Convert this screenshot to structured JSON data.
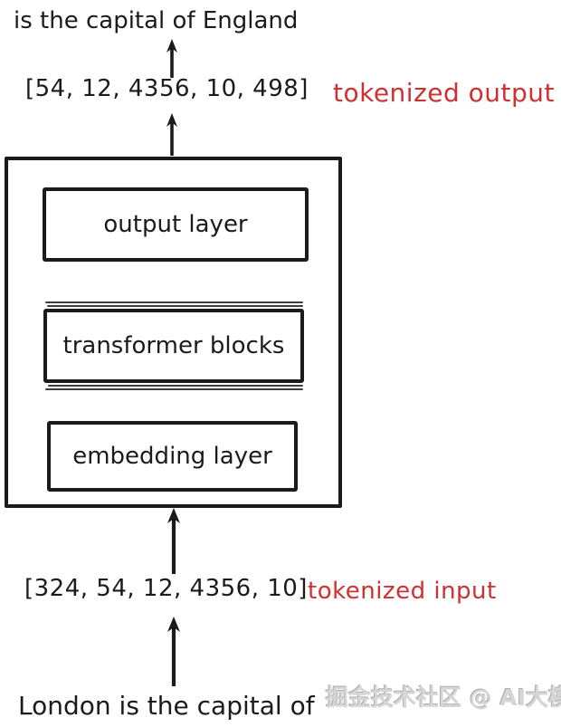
{
  "diagram": {
    "output_sentence": "is the capital of England",
    "tokenized_output": {
      "values": "[54, 12, 4356, 10, 498]",
      "label": "tokenized output"
    },
    "model": {
      "output_layer": "output layer",
      "transformer_blocks": "transformer blocks",
      "embedding_layer": "embedding layer"
    },
    "tokenized_input": {
      "values": "[324, 54, 12, 4356, 10]",
      "label": "tokenized input"
    },
    "input_sentence": "London is the capital of"
  },
  "watermark": "掘金技术社区 @ AI大模型",
  "colors": {
    "stroke": "#1b1b1b",
    "accent_red": "#cd3131",
    "background": "#ffffff",
    "watermark_gray": "#d6d6d6"
  }
}
